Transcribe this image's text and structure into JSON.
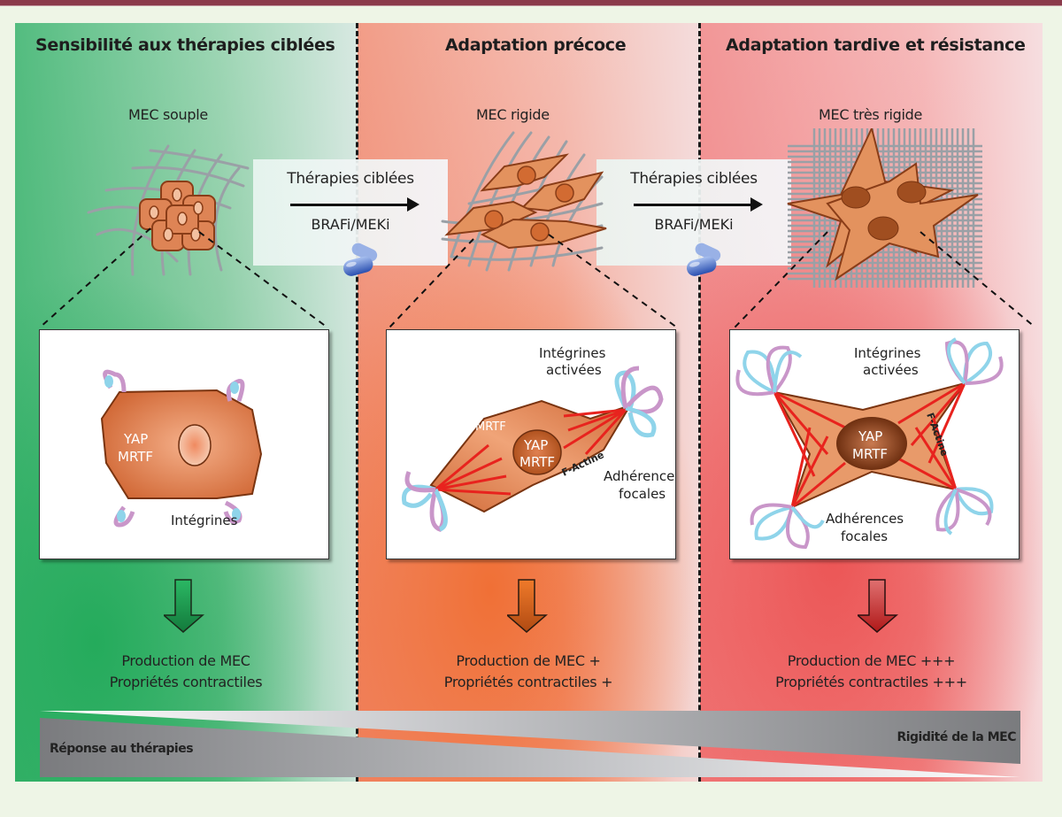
{
  "colors": {
    "header_bar": "#8a3a4a",
    "page_bg": "#eef5e6",
    "stage1_accent": "#22aa5a",
    "stage2_accent": "#f06e32",
    "stage3_accent": "#eb5050",
    "cell_fill": "#e0865a",
    "integrin_blue": "#8fd4ea",
    "integrin_pink": "#c996c9",
    "actin_red": "#e8231e"
  },
  "stages": [
    {
      "title": "Sensibilité aux thérapies ciblées",
      "ecm_label": "MEC souple",
      "inset": {
        "nucleus_label_1": "YAP",
        "nucleus_label_2": "MRTF",
        "integrin_label": "Intégrines"
      },
      "outcome_line1": "Production de MEC",
      "outcome_line2": "Propriétés contractiles"
    },
    {
      "title": "Adaptation précoce",
      "ecm_label": "MEC rigide",
      "inset": {
        "cyto_label_1": "YAP",
        "cyto_label_2": "MRTF",
        "nucleus_label_1": "YAP",
        "nucleus_label_2": "MRTF",
        "integrin_label_1": "Intégrines",
        "integrin_label_2": "activées",
        "actin_label": "F-Actine",
        "adhesion_label_1": "Adhérences",
        "adhesion_label_2": "focales"
      },
      "outcome_line1": "Production de MEC +",
      "outcome_line2": "Propriétés contractiles +"
    },
    {
      "title": "Adaptation tardive et résistance",
      "ecm_label": "MEC très rigide",
      "inset": {
        "nucleus_label_1": "YAP",
        "nucleus_label_2": "MRTF",
        "integrin_label_1": "Intégrines",
        "integrin_label_2": "activées",
        "actin_label": "F-Actine",
        "adhesion_label_1": "Adhérences",
        "adhesion_label_2": "focales"
      },
      "outcome_line1": "Production de MEC +++",
      "outcome_line2": "Propriétés contractiles +++"
    }
  ],
  "transitions": [
    {
      "label": "Thérapies ciblées",
      "drug": "BRAFi/MEKi",
      "icon": "pill-capsule-icon"
    },
    {
      "label": "Thérapies ciblées",
      "drug": "BRAFi/MEKi",
      "icon": "pill-capsule-icon"
    }
  ],
  "gradient_bar": {
    "left_label": "Réponse au thérapies",
    "right_label": "Rigidité de la MEC"
  }
}
